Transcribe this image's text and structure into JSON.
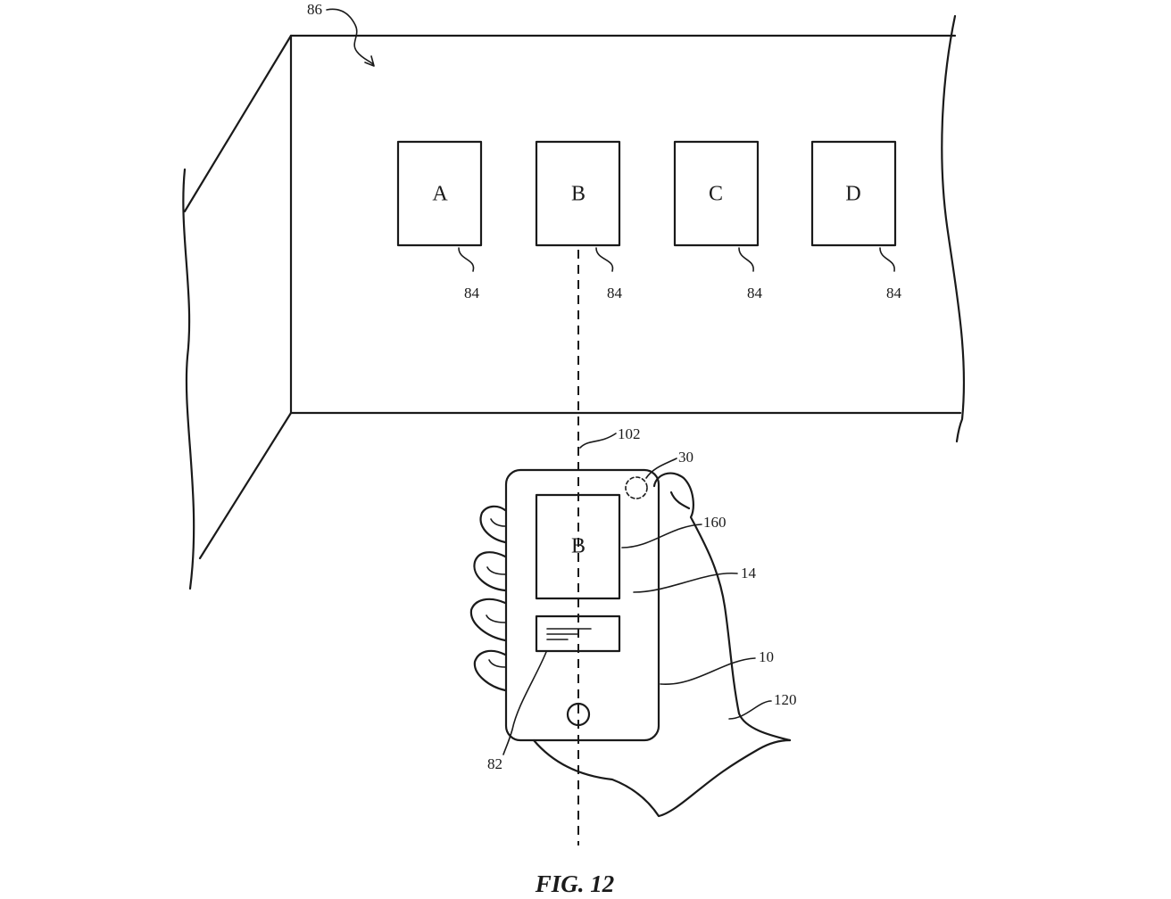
{
  "figure": {
    "caption": "FIG. 12"
  },
  "wall": {
    "ref": "86"
  },
  "boxes": [
    {
      "letter": "A",
      "ref": "84"
    },
    {
      "letter": "B",
      "ref": "84"
    },
    {
      "letter": "C",
      "ref": "84"
    },
    {
      "letter": "D",
      "ref": "84"
    }
  ],
  "sight_line": {
    "ref": "102"
  },
  "device": {
    "ref": "10",
    "camera_ref": "30",
    "display_ref": "14",
    "screen_box": {
      "letter": "B",
      "ref": "160"
    },
    "info_panel_ref": "82"
  },
  "hand": {
    "ref": "120"
  }
}
